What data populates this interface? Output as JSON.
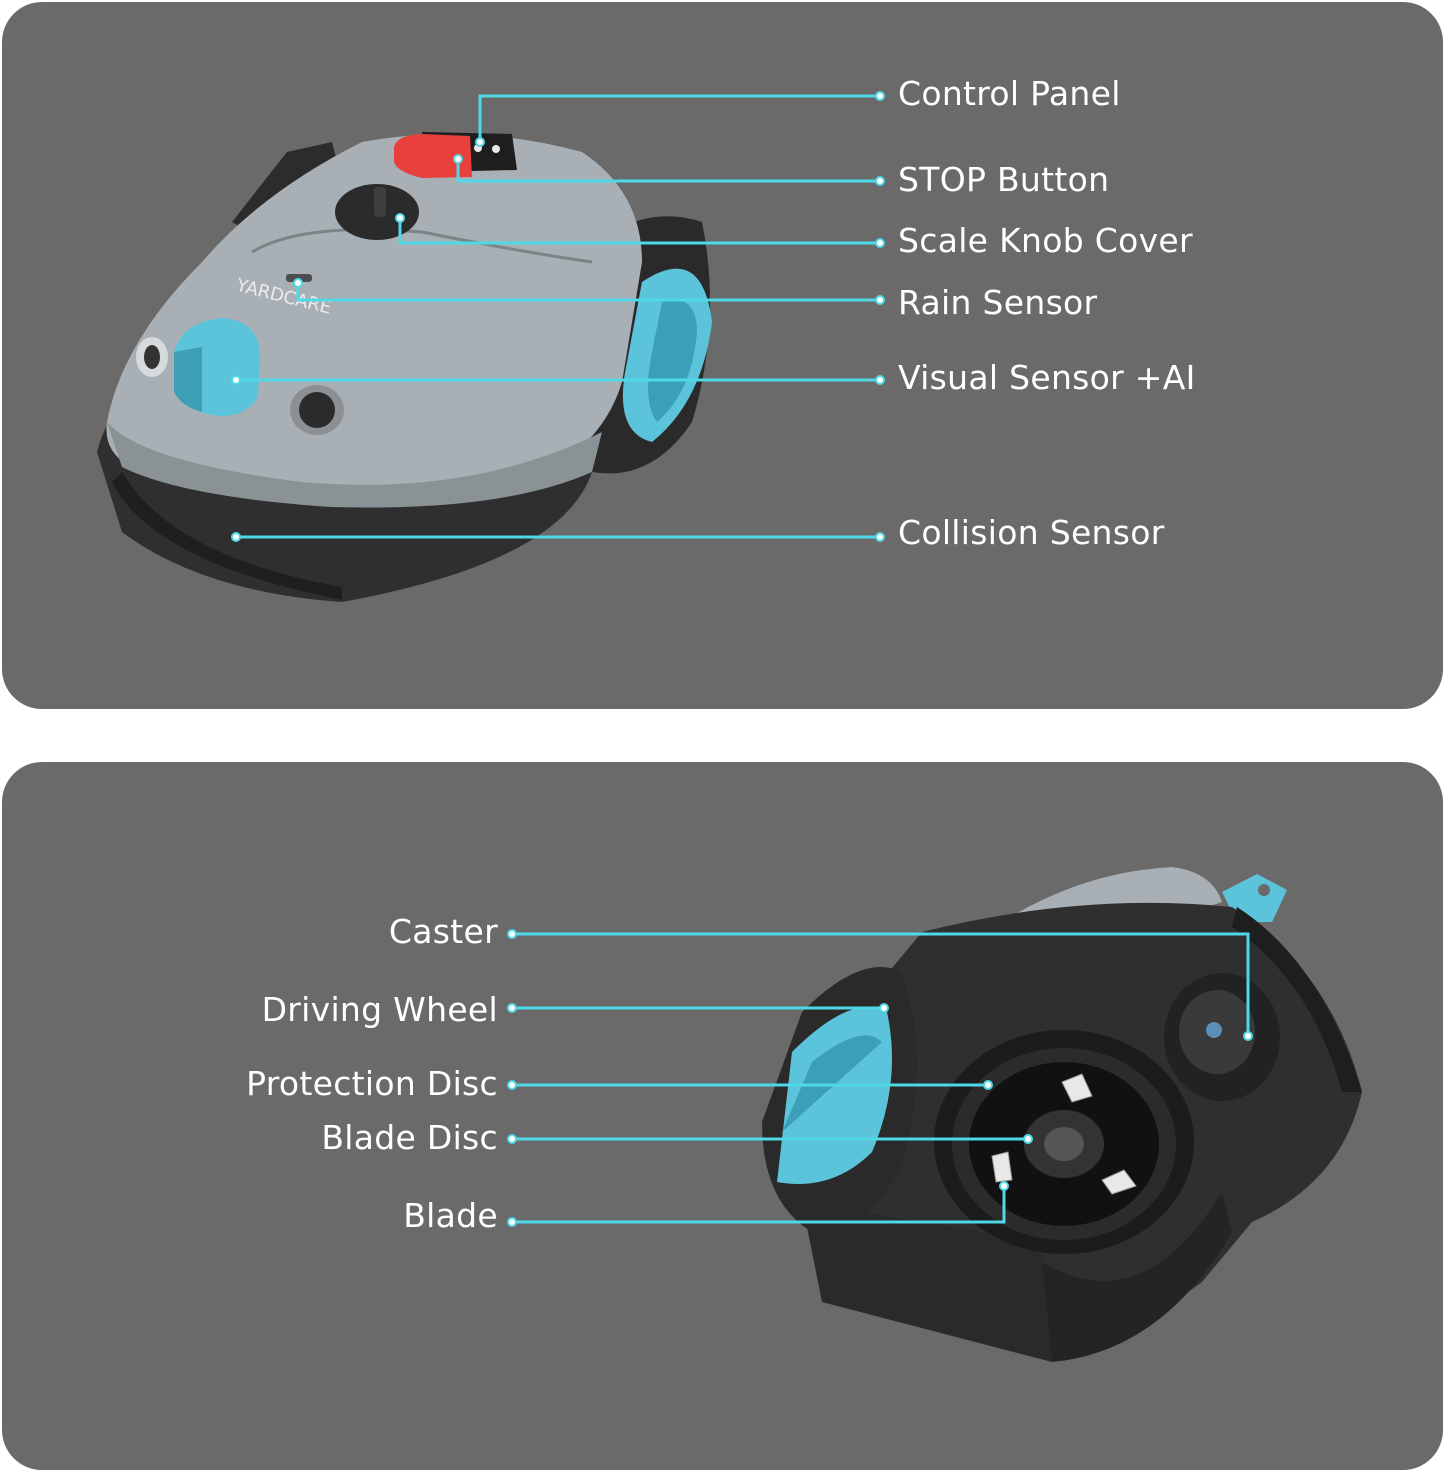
{
  "accent_color": "#4fd8e6",
  "body_color": "#a9b0b5",
  "teal_color": "#5cc4da",
  "top_view": {
    "logo_text": "YARDCARE",
    "callouts": [
      {
        "id": "control-panel",
        "label": "Control Panel"
      },
      {
        "id": "stop-button",
        "label": "STOP Button"
      },
      {
        "id": "scale-knob-cover",
        "label": "Scale Knob Cover"
      },
      {
        "id": "rain-sensor",
        "label": "Rain Sensor"
      },
      {
        "id": "visual-sensor",
        "label": "Visual Sensor +AI"
      },
      {
        "id": "collision-sensor",
        "label": "Collision Sensor"
      }
    ]
  },
  "bottom_view": {
    "callouts": [
      {
        "id": "caster",
        "label": "Caster"
      },
      {
        "id": "driving-wheel",
        "label": "Driving Wheel"
      },
      {
        "id": "protection-disc",
        "label": "Protection Disc"
      },
      {
        "id": "blade-disc",
        "label": "Blade Disc"
      },
      {
        "id": "blade",
        "label": "Blade"
      }
    ]
  }
}
